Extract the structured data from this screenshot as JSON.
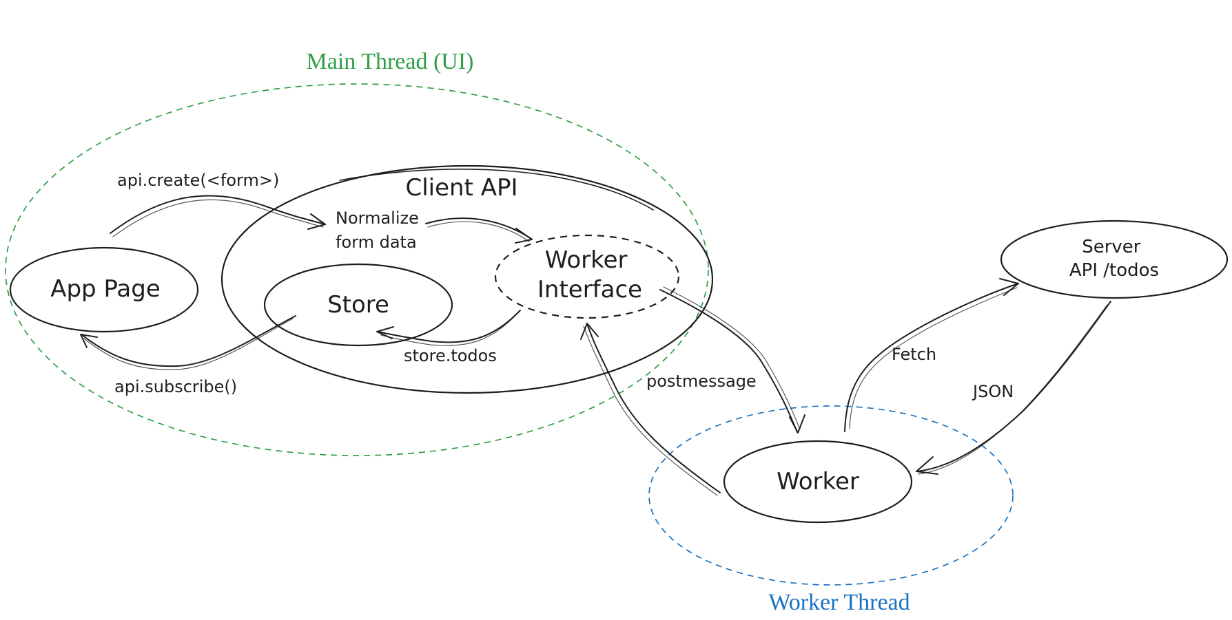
{
  "groups": {
    "main": {
      "label": "Main Thread (UI)",
      "color": "#2f9e44"
    },
    "worker": {
      "label": "Worker Thread",
      "color": "#1971c2"
    }
  },
  "nodes": {
    "app_page": "App Page",
    "client_api": "Client API",
    "store": "Store",
    "worker_interface": [
      "Worker",
      "Interface"
    ],
    "server": [
      "Server",
      "API /todos"
    ],
    "worker": "Worker",
    "normalize": [
      "Normalize",
      "form data"
    ]
  },
  "edges": {
    "api_create": "api.create(<form>)",
    "api_subscribe": "api.subscribe()",
    "store_todos": "store.todos",
    "postmessage": "postmessage",
    "fetch": "Fetch",
    "json": "JSON"
  },
  "colors": {
    "ink": "#1e1e1e",
    "main_thread": "#2f9e44",
    "worker_thread": "#1971c2"
  }
}
